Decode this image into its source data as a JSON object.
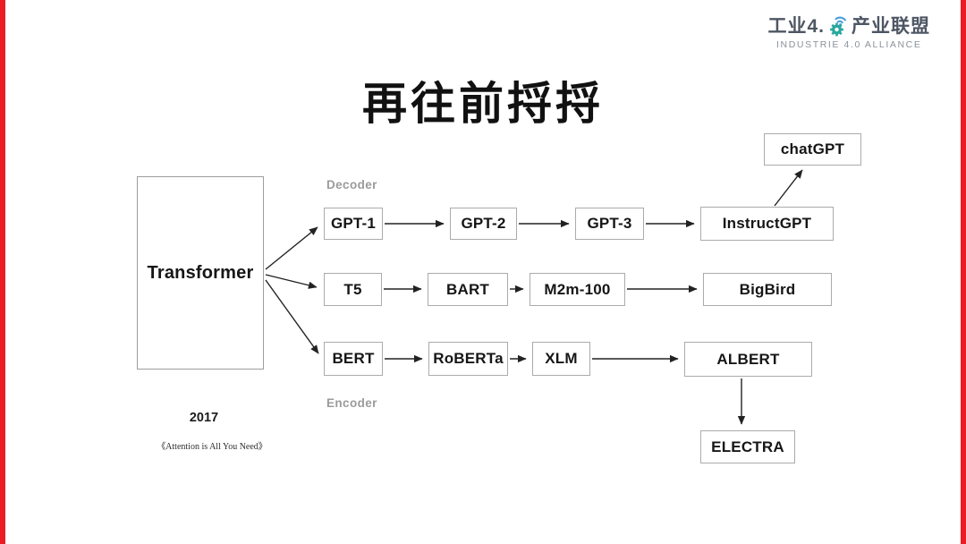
{
  "slide": {
    "title": "再往前捋捋"
  },
  "logo": {
    "cn_left": "工业4.",
    "cn_right": "产业联盟",
    "subtitle": "INDUSTRIE 4.0 ALLIANCE",
    "gear_color": "#2aa79e",
    "wave_color": "#4a9fd8",
    "text_color": "#4e5663"
  },
  "labels": {
    "decoder": "Decoder",
    "encoder": "Encoder"
  },
  "nodes": {
    "transformer": "Transformer",
    "chatgpt": "chatGPT",
    "gpt1": "GPT-1",
    "gpt2": "GPT-2",
    "gpt3": "GPT-3",
    "instructgpt": "InstructGPT",
    "t5": "T5",
    "bart": "BART",
    "m2m100": "M2m-100",
    "bigbird": "BigBird",
    "bert": "BERT",
    "roberta": "RoBERTa",
    "xlm": "XLM",
    "albert": "ALBERT",
    "electra": "ELECTRA"
  },
  "footnote": {
    "year": "2017",
    "citation": "《Attention is All You Need》"
  },
  "edges": [
    "Transformer→GPT-1",
    "Transformer→T5",
    "Transformer→BERT",
    "GPT-1→GPT-2",
    "GPT-2→GPT-3",
    "GPT-3→InstructGPT",
    "InstructGPT→chatGPT",
    "T5→BART",
    "BART→M2m-100",
    "M2m-100→BigBird",
    "BERT→RoBERTa",
    "RoBERTa→XLM",
    "XLM→ALBERT",
    "ALBERT→ELECTRA"
  ],
  "colors": {
    "edge_bar_red": "#ec1c24",
    "box_border": "#ababab",
    "arrow": "#222222",
    "branch_label_gray": "#9b9b9b"
  }
}
